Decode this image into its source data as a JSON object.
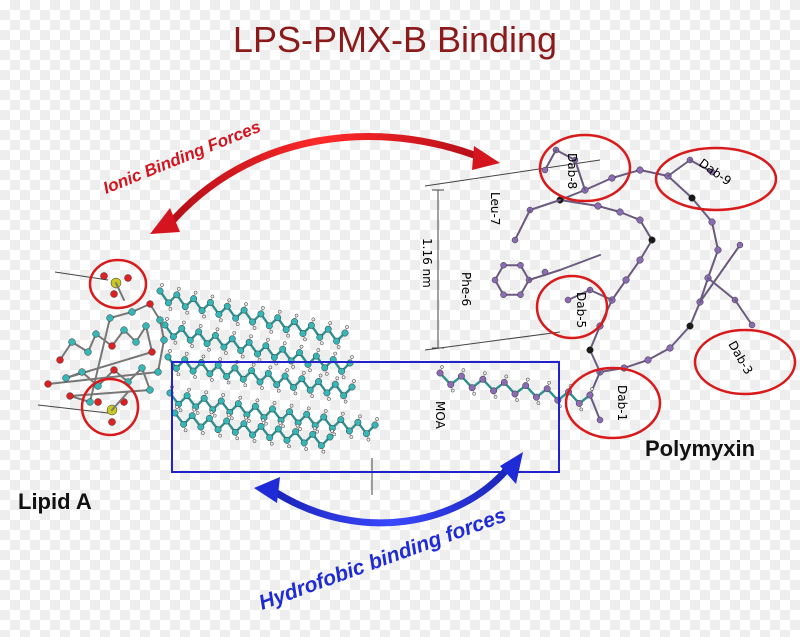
{
  "title": "LPS-PMX-B Binding",
  "labels": {
    "ionic": "Ionic Binding Forces",
    "hydrophobic": "Hydrofobic binding forces",
    "lipid_a": "Lipid A",
    "polymyxin": "Polymyxin",
    "moa": "MOA",
    "distance": "1.16 nm"
  },
  "residues": {
    "dab8": "Dab-8",
    "dab9": "Dab-9",
    "leu7": "Leu-7",
    "phe6": "Phe-6",
    "dab5": "Dab-5",
    "dab3": "Dab-3",
    "dab1": "Dab-1"
  },
  "colors": {
    "title": "#8b1a1a",
    "ionic_arrow": "#d4141f",
    "hydrophobic_arrow": "#1f2bd6",
    "highlight_circle": "#d91a1a",
    "hydrophobic_box": "#2222cc",
    "lipid_atom": "#35b7b7",
    "polymyxin_atom": "#8a6bb4",
    "oxygen": "#e02020",
    "sulfur": "#c8c820",
    "nitrogen": "#1a1a1a"
  }
}
